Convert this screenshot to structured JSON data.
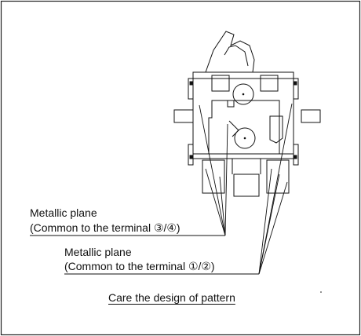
{
  "labels": {
    "terminal_34": {
      "line1": "Metallic plane",
      "line2": "(Common to the terminal ③/④)"
    },
    "terminal_12": {
      "line1": "Metallic plane",
      "line2": "(Common to the terminal ①/②)"
    },
    "caption": "Care the design of pattern"
  },
  "colors": {
    "line": "#111111",
    "background": "#ffffff"
  }
}
